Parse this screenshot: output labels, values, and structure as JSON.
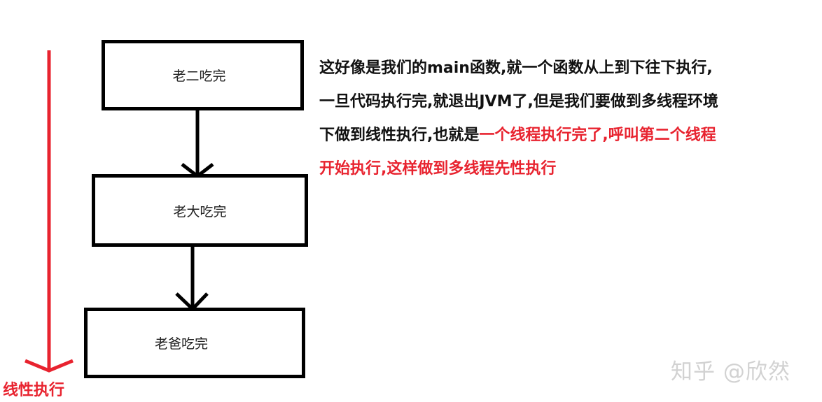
{
  "diagram": {
    "boxes": [
      {
        "label": "老二吃完"
      },
      {
        "label": "老大吃完"
      },
      {
        "label": "老爸吃完"
      }
    ],
    "side_label": "线性执行"
  },
  "description": {
    "line1": "这好像是我们的main函数,就一个函数从上到下往下执行,",
    "line2": "一旦代码执行完,就退出JVM了,但是我们要做到多线程环境",
    "line3_black": "下做到线性执行,也就是",
    "line3_red": "一个线程执行完了,呼叫第二个线程",
    "line4_red": "开始执行,这样做到多线程先性执行"
  },
  "watermark": "知乎 @欣然",
  "colors": {
    "accent_red": "#e8232f",
    "box_border": "#000000",
    "watermark": "#d2d2d2"
  }
}
